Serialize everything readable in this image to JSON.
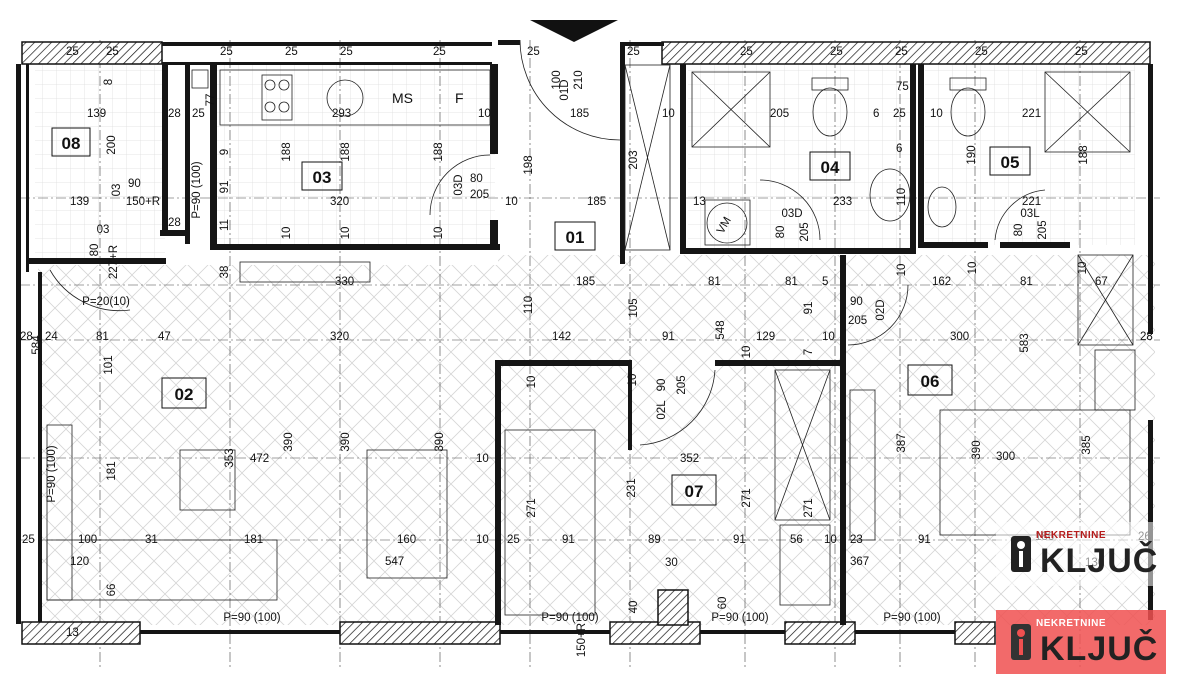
{
  "rooms": {
    "r01": "01",
    "r02": "02",
    "r03": "03",
    "r04": "04",
    "r05": "05",
    "r06": "06",
    "r07": "07",
    "r08": "08"
  },
  "fixtures": {
    "ms": "MS",
    "f": "F",
    "vm": "VM"
  },
  "windows": {
    "w1": "P=90 (100)",
    "w2": "P=20(10)",
    "w3": "P=90 (100)",
    "w4": "P=90 (100)",
    "w5": "P=90 (100)",
    "w6": "P=90 (100)",
    "w7": "P=90 (100)",
    "w8": "150+R",
    "w9": "150+R",
    "w10": "227+R"
  },
  "doors": {
    "d01": "01D",
    "d03": "03D",
    "d04": "03D",
    "d05": "03L",
    "d06": "02D",
    "d07": "02L",
    "d08a": "03",
    "d08b": "03"
  },
  "dimensions": {
    "t1": "25",
    "t2": "25",
    "t3": "25",
    "t4": "25",
    "t5": "25",
    "t6": "25",
    "t7": "25",
    "t8": "25",
    "t9": "25",
    "t10": "25",
    "t11": "25",
    "t12": "25",
    "t13": "25",
    "a1": "139",
    "a2": "200",
    "a3": "139",
    "a4": "90",
    "a5": "8",
    "a6": "28",
    "a7": "25",
    "a8": "77",
    "a9": "28",
    "a10": "80",
    "b1": "293",
    "b2": "188",
    "b3": "188",
    "b4": "188",
    "b5": "320",
    "b6": "10",
    "b7": "9",
    "b8": "91",
    "b9": "11",
    "b10": "10",
    "b11": "10",
    "b12": "10",
    "b13": "10",
    "b14": "80",
    "b15": "205",
    "c1": "100",
    "c2": "210",
    "c3": "185",
    "c4": "198",
    "c5": "185",
    "c6": "203",
    "c7": "10",
    "e1": "205",
    "e2": "233",
    "e3": "13",
    "e4": "110",
    "e5": "80",
    "e6": "205",
    "e7": "6",
    "e8": "25",
    "e9": "75",
    "e10": "6",
    "f1": "221",
    "f2": "190",
    "f3": "188",
    "f4": "221",
    "f5": "80",
    "f6": "205",
    "f7": "10",
    "g1": "38",
    "g2": "330",
    "g3": "185",
    "g4": "81",
    "g5": "81",
    "g6": "5",
    "g7": "10",
    "g8": "162",
    "g9": "10",
    "g10": "81",
    "g11": "67",
    "g12": "10",
    "h1": "28",
    "h2": "24",
    "h3": "81",
    "h4": "47",
    "h5": "320",
    "h6": "142",
    "h7": "91",
    "h8": "129",
    "h9": "10",
    "h10": "300",
    "h11": "28",
    "h12": "110",
    "h13": "105",
    "h14": "548",
    "h15": "91",
    "h16": "90",
    "h17": "205",
    "h18": "584",
    "h19": "583",
    "i1": "101",
    "i2": "353",
    "i3": "472",
    "i4": "390",
    "i5": "390",
    "i6": "390",
    "i7": "10",
    "i8": "181",
    "i9": "10",
    "i10": "10",
    "i11": "90",
    "i12": "205",
    "i13": "10",
    "i14": "7",
    "j1": "352",
    "j2": "231",
    "j3": "271",
    "j4": "271",
    "j5": "271",
    "j6": "387",
    "j7": "390",
    "j8": "300",
    "j9": "385",
    "k1": "25",
    "k2": "100",
    "k3": "31",
    "k4": "181",
    "k5": "160",
    "k6": "10",
    "k7": "25",
    "k8": "91",
    "k9": "89",
    "k10": "91",
    "k11": "56",
    "k12": "10",
    "k13": "23",
    "k14": "91",
    "k15": "186",
    "k16": "26",
    "l1": "120",
    "l2": "547",
    "l3": "30",
    "l4": "367",
    "l5": "130",
    "m1": "66",
    "m2": "40",
    "m3": "60",
    "m4": "13"
  },
  "branding": {
    "tagline": "NEKRETNINE",
    "name": "KLJUČ",
    "tagline2": "NEKRETNINE",
    "name2": "KLJUČ"
  },
  "colors": {
    "wall": "#151515",
    "logo_red": "#b51c1c",
    "logo_bg_red": "#f05050"
  }
}
